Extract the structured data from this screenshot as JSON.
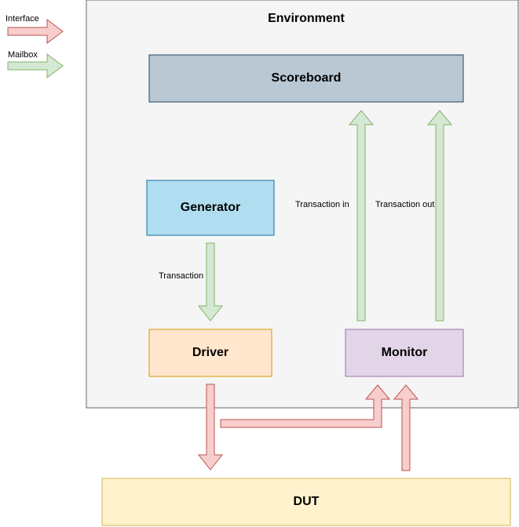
{
  "legend": {
    "interface_label": "Interface",
    "mailbox_label": "Mailbox"
  },
  "environment": {
    "title": "Environment"
  },
  "blocks": {
    "scoreboard": "Scoreboard",
    "generator": "Generator",
    "driver": "Driver",
    "monitor": "Monitor",
    "dut": "DUT"
  },
  "connections": {
    "generator_to_driver": "Transaction",
    "monitor_to_scoreboard_in": "Transaction in",
    "monitor_to_scoreboard_out": "Transaction out"
  },
  "colors": {
    "interface_fill": "#f8cecc",
    "interface_stroke": "#b85450",
    "mailbox_fill": "#d5e8d4",
    "mailbox_stroke": "#82b366",
    "environment_fill": "#f5f5f5",
    "environment_stroke": "#666666",
    "scoreboard_fill": "#bac8d3",
    "scoreboard_stroke": "#23445d",
    "generator_fill": "#b1ddf0",
    "generator_stroke": "#10739e",
    "driver_fill": "#ffe6cc",
    "driver_stroke": "#d79b00",
    "monitor_fill": "#e1d5e7",
    "monitor_stroke": "#9673a6",
    "dut_fill": "#fff2cc",
    "dut_stroke": "#d6b656"
  }
}
